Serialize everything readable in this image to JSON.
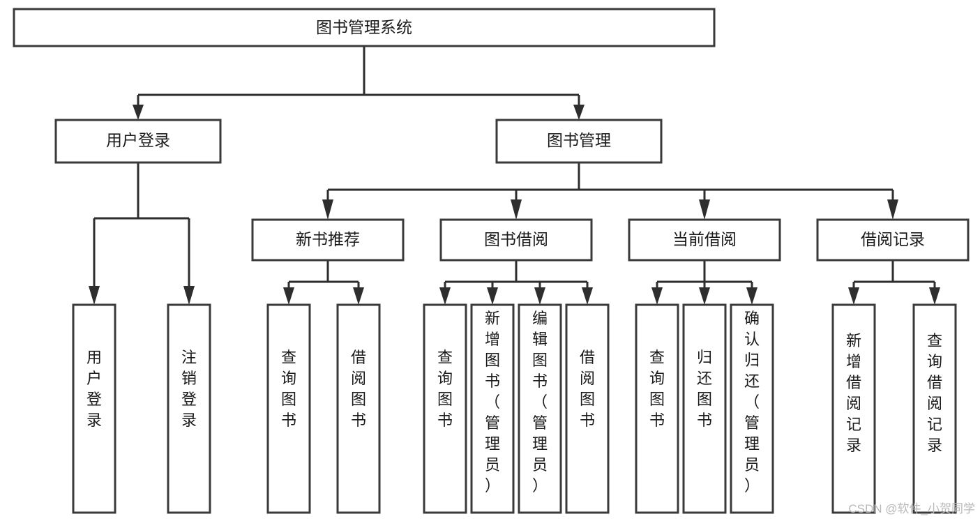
{
  "diagram": {
    "type": "tree-hierarchy-chart",
    "title": "图书管理系统",
    "root": {
      "id": "root",
      "label": "图书管理系统",
      "level": 0
    },
    "level2": [
      {
        "id": "user-login",
        "label": "用户登录"
      },
      {
        "id": "book-management",
        "label": "图书管理"
      }
    ],
    "level3": [
      {
        "id": "new-book-recommend",
        "label": "新书推荐",
        "parent": "book-management"
      },
      {
        "id": "book-borrow",
        "label": "图书借阅",
        "parent": "book-management"
      },
      {
        "id": "current-borrow",
        "label": "当前借阅",
        "parent": "book-management"
      },
      {
        "id": "borrow-record",
        "label": "借阅记录",
        "parent": "book-management"
      }
    ],
    "leaves": [
      {
        "id": "leaf-user-login",
        "label": "用户登录",
        "parent": "user-login"
      },
      {
        "id": "leaf-logout-login",
        "label": "注销登录",
        "parent": "user-login"
      },
      {
        "id": "leaf-query-book-1",
        "label": "查询图书",
        "parent": "new-book-recommend"
      },
      {
        "id": "leaf-borrow-book-1",
        "label": "借阅图书",
        "parent": "new-book-recommend"
      },
      {
        "id": "leaf-query-book-2",
        "label": "查询图书",
        "parent": "book-borrow"
      },
      {
        "id": "leaf-add-book",
        "label": "新增图书（管理员）",
        "parent": "book-borrow"
      },
      {
        "id": "leaf-edit-book",
        "label": "编辑图书（管理员）",
        "parent": "book-borrow"
      },
      {
        "id": "leaf-borrow-book-2",
        "label": "借阅图书",
        "parent": "book-borrow"
      },
      {
        "id": "leaf-query-book-3",
        "label": "查询图书",
        "parent": "current-borrow"
      },
      {
        "id": "leaf-return-book",
        "label": "归还图书",
        "parent": "current-borrow"
      },
      {
        "id": "leaf-confirm-return",
        "label": "确认归还（管理员）",
        "parent": "current-borrow"
      },
      {
        "id": "leaf-add-record",
        "label": "新增借阅记录",
        "parent": "borrow-record"
      },
      {
        "id": "leaf-query-record",
        "label": "查询借阅记录",
        "parent": "borrow-record"
      }
    ]
  },
  "watermark": {
    "text": "CSDN @软件_小贺同学"
  },
  "colors": {
    "box_border": "#3a3a3a",
    "connector": "#2e2e2e",
    "text": "#1a1a1a",
    "background": "#ffffff",
    "watermark": "#b9b9b9"
  }
}
